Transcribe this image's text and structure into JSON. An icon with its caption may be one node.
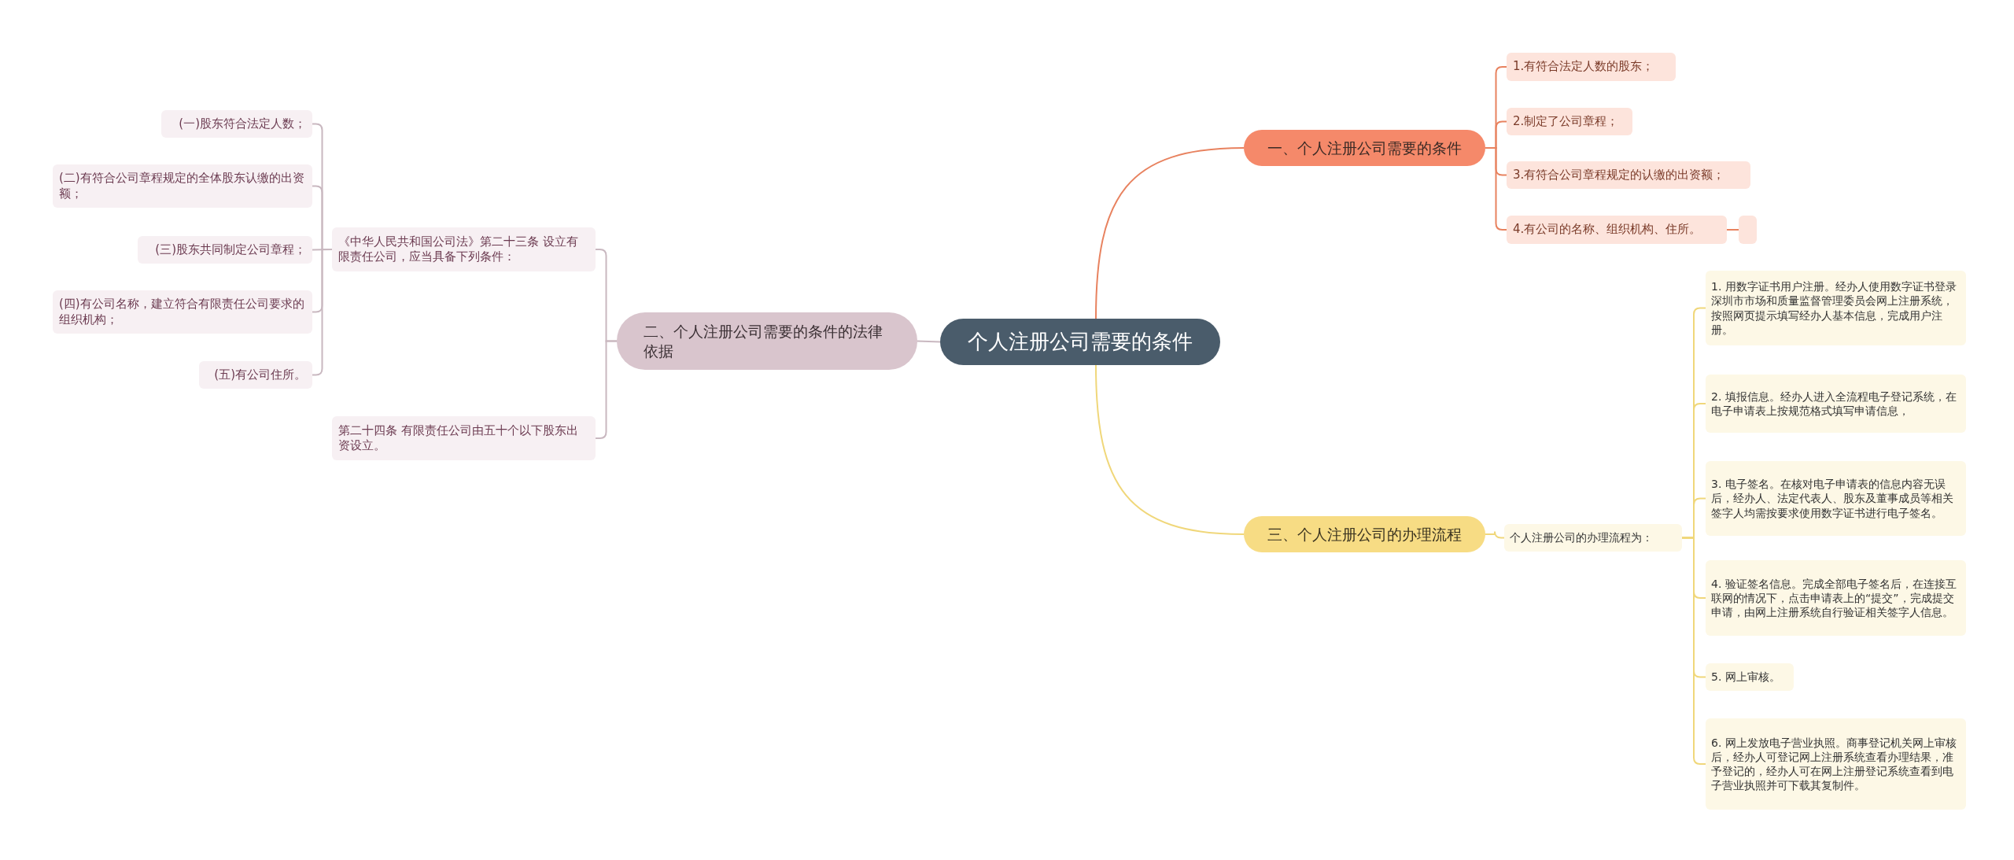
{
  "diagram": {
    "nodes": [
      {
        "text": [
          "个人注册公司需要的条件"
        ]
      },
      {
        "text": [
          "一、个人注册公司需要的条件"
        ]
      },
      {
        "text": [
          "1.有符合法定人数的股东；"
        ]
      },
      {
        "text": [
          "2.制定了公司章程；"
        ]
      },
      {
        "text": [
          "3.有符合公司章程规定的认缴的出资额；"
        ]
      },
      {
        "text": [
          "4.有公司的名称、组织机构、住所。"
        ]
      },
      {
        "text": [],
        "shape": "box"
      },
      {
        "text": [
          "二、个人注册公司需要的条件的法律依据"
        ]
      },
      {
        "text": [
          "《中华人民共和国公司法》第二十三条 设立有限责任公司，应当具备下列条件："
        ]
      },
      {
        "text": [
          "(一)股东符合法定人数；"
        ]
      },
      {
        "text": [
          "(二)有符合公司章程规定的全体股东认缴的出资额；"
        ]
      },
      {
        "text": [
          "(三)股东共同制定公司章程；"
        ]
      },
      {
        "text": [
          "(四)有公司名称，建立符合有限责任公司要求的组织机构；"
        ]
      },
      {
        "text": [
          "(五)有公司住所。"
        ]
      },
      {
        "text": [
          "第二十四条 有限责任公司由五十个以下股东出资设立。"
        ]
      },
      {
        "text": [
          "三、个人注册公司的办理流程"
        ]
      },
      {
        "text": [
          "个人注册公司的办理流程为："
        ]
      },
      {
        "text": [
          "1. 用数字证书用户注册。经办人使用数字证书登录深圳市市场和质量监督管理委员会网上注册系统，按照网页提示填写经办人基本信息，完成用户注册。"
        ]
      },
      {
        "text": [
          "2. 填报信息。经办人进入全流程电子登记系统，在电子申请表上按规范格式填写申请信息，"
        ]
      },
      {
        "text": [
          "3. 电子签名。在核对电子申请表的信息内容无误后，经办人、法定代表人、股东及董事成员等相关签字人均需按要求使用数字证书进行电子签名。"
        ]
      },
      {
        "text": [
          "4. 验证签名信息。完成全部电子签名后，在连接互联网的情况下，点击申请表上的“提交”，完成提交申请，由网上注册系统自行验证相关签字人信息。"
        ]
      },
      {
        "text": [
          "5. 网上审核。"
        ]
      },
      {
        "text": [
          "6. 网上发放电子营业执照。商事登记机关网上审核后，经办人可登记网上注册系统查看办理结果，准予登记的，经办人可在网上注册登记系统查看到电子营业执照并可下载其复制件。"
        ]
      }
    ],
    "edges": [
      {
        "from": 0,
        "to": 1,
        "arrow": "none",
        "color": "#e8825f"
      },
      {
        "from": 0,
        "to": 7,
        "arrow": "none",
        "color": "#c9b8c0"
      },
      {
        "from": 0,
        "to": 15,
        "arrow": "none",
        "color": "#f0d77a"
      },
      {
        "from": 1,
        "to": 2,
        "arrow": "none",
        "color": "#e8825f"
      },
      {
        "from": 1,
        "to": 3,
        "arrow": "none",
        "color": "#e8825f"
      },
      {
        "from": 1,
        "to": 4,
        "arrow": "none",
        "color": "#e8825f"
      },
      {
        "from": 1,
        "to": 5,
        "arrow": "none",
        "color": "#e8825f"
      },
      {
        "from": 5,
        "to": 6,
        "arrow": "none",
        "color": "#e8825f"
      },
      {
        "from": 7,
        "to": 8,
        "arrow": "none",
        "color": "#c9b8c0"
      },
      {
        "from": 7,
        "to": 14,
        "arrow": "none",
        "color": "#c9b8c0"
      },
      {
        "from": 8,
        "to": 9,
        "arrow": "none",
        "color": "#c9b8c0"
      },
      {
        "from": 8,
        "to": 10,
        "arrow": "none",
        "color": "#c9b8c0"
      },
      {
        "from": 8,
        "to": 11,
        "arrow": "none",
        "color": "#c9b8c0"
      },
      {
        "from": 8,
        "to": 12,
        "arrow": "none",
        "color": "#c9b8c0"
      },
      {
        "from": 8,
        "to": 13,
        "arrow": "none",
        "color": "#c9b8c0"
      },
      {
        "from": 15,
        "to": 16,
        "arrow": "none",
        "color": "#f0d77a"
      },
      {
        "from": 16,
        "to": 17,
        "arrow": "none",
        "color": "#f0d77a"
      },
      {
        "from": 16,
        "to": 18,
        "arrow": "none",
        "color": "#f0d77a"
      },
      {
        "from": 16,
        "to": 19,
        "arrow": "none",
        "color": "#f0d77a"
      },
      {
        "from": 16,
        "to": 20,
        "arrow": "none",
        "color": "#f0d77a"
      },
      {
        "from": 16,
        "to": 21,
        "arrow": "none",
        "color": "#f0d77a"
      },
      {
        "from": 16,
        "to": 22,
        "arrow": "none",
        "color": "#f0d77a"
      }
    ]
  }
}
